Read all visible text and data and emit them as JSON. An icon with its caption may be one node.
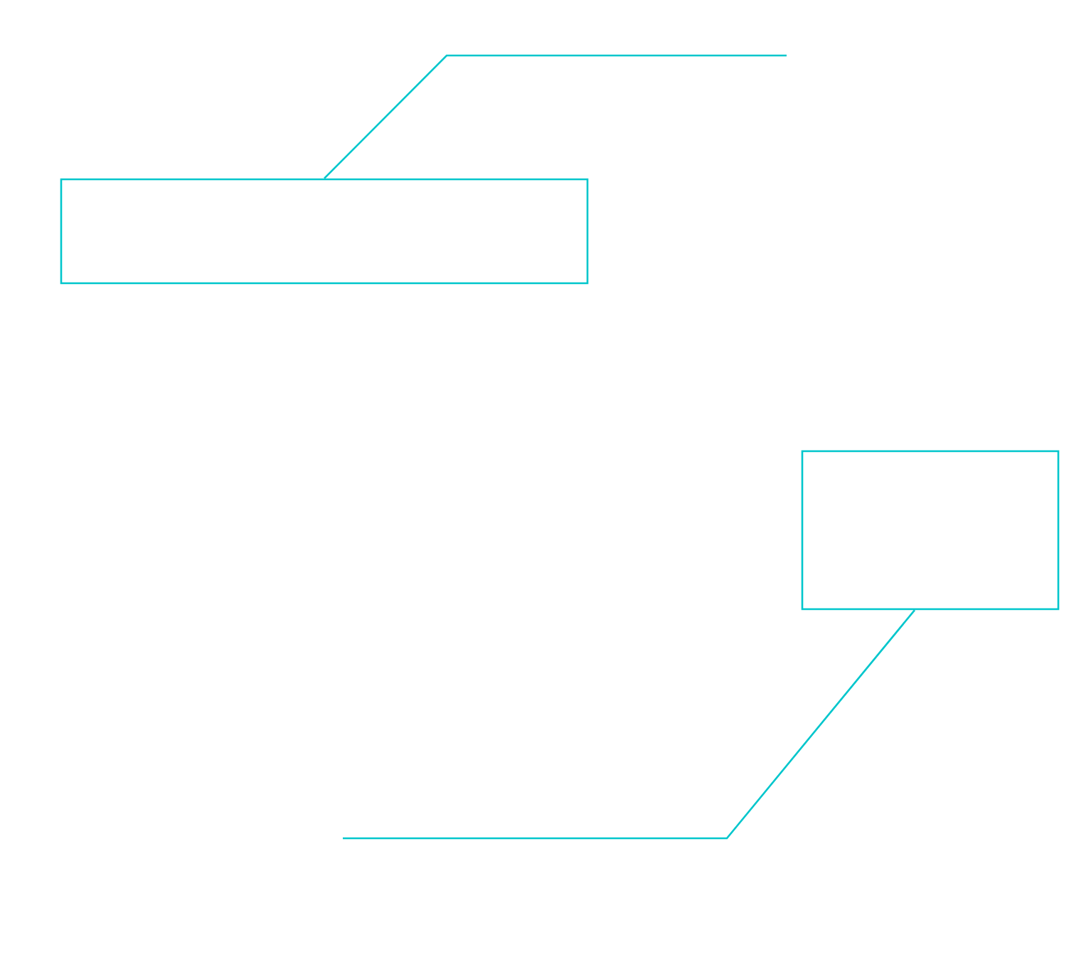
{
  "diagram": {
    "nodes": [
      {
        "text": [],
        "shape": "box"
      },
      {
        "text": [],
        "shape": "box"
      }
    ],
    "edges": [
      {
        "from": 0,
        "to": null,
        "arrow": "none"
      },
      {
        "from": 1,
        "to": null,
        "arrow": "none"
      }
    ]
  }
}
